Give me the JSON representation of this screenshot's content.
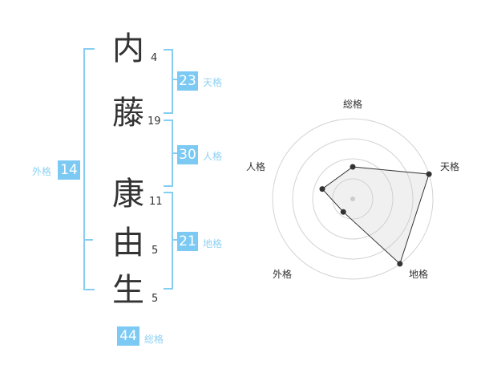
{
  "name": {
    "characters": [
      {
        "char": "内",
        "strokes": "4"
      },
      {
        "char": "藤",
        "strokes": "19"
      },
      {
        "char": "康",
        "strokes": "11"
      },
      {
        "char": "由",
        "strokes": "5"
      },
      {
        "char": "生",
        "strokes": "5"
      }
    ]
  },
  "fortunes": {
    "tenkaku": {
      "value": "23",
      "label": "天格"
    },
    "jinkaku": {
      "value": "30",
      "label": "人格"
    },
    "chikaku": {
      "value": "21",
      "label": "地格"
    },
    "gaikaku": {
      "value": "14",
      "label": "外格"
    },
    "soukaku": {
      "value": "44",
      "label": "総格"
    }
  },
  "colors": {
    "accent": "#7ccaf4",
    "bracket": "#86cdf3",
    "text": "#333333"
  },
  "chart_data": {
    "type": "radar",
    "axes": [
      "総格",
      "天格",
      "地格",
      "外格",
      "人格"
    ],
    "values": [
      2,
      5,
      5,
      1,
      2
    ],
    "rmax": 5,
    "rings": 4,
    "grid": true
  }
}
